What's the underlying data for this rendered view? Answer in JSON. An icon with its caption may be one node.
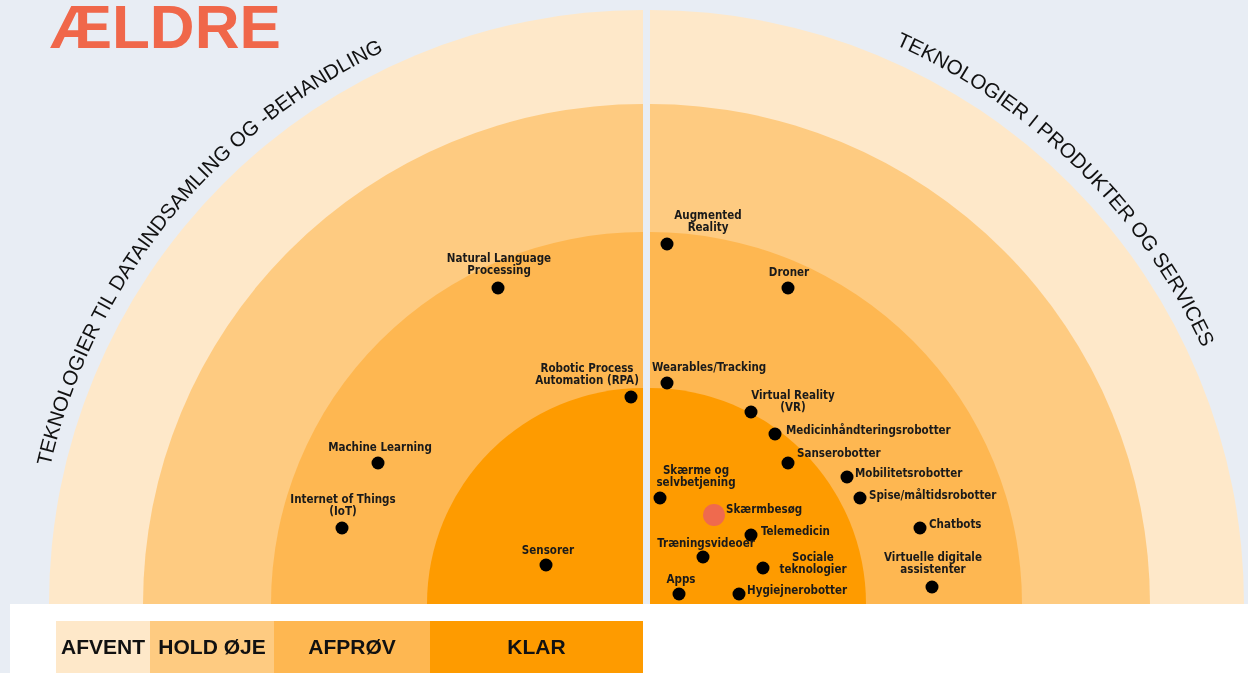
{
  "diagram": {
    "title": "ÆLDRE",
    "labels": [
      "TEKNOLOGIER TIL DATAINDSAMLING OG -BEHANDLING",
      "TEKNOLOGIER I PRODUKTER OG SERVICES",
      "Natural Language Processing",
      "Robotic Process Automation (RPA)",
      "Machine Learning",
      "Internet of Things (IoT)",
      "Sensorer",
      "Augmented Reality",
      "Droner",
      "Wearables/Tracking",
      "Virtual Reality (VR)",
      "Medicinhåndteringsrobotter",
      "Sanserobotter",
      "Mobilitetsrobotter",
      "Spise/måltidsrobotter",
      "Chatbots",
      "Virtuelle digitale assistenter",
      "Skærme og selvbetjening",
      "Skærmbesøg",
      "Telemedicin",
      "Træningsvideoer",
      "Sociale teknologier",
      "Apps",
      "Hygiejnerobotter"
    ],
    "legend": [
      {
        "text": "AFVENT",
        "color": "#fee8c9"
      },
      {
        "text": "HOLD ØJE",
        "color": "#fecb81"
      },
      {
        "text": "AFPRØV",
        "color": "#feb751"
      },
      {
        "text": "KLAR",
        "color": "#fe9b00"
      }
    ]
  }
}
